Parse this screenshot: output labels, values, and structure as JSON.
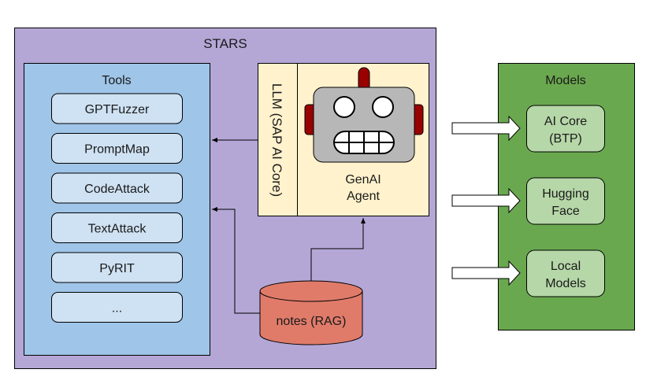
{
  "colors": {
    "stars_bg": "#b4a7d6",
    "tools_bg": "#9fc5e8",
    "tool_item_bg": "#cfe2f3",
    "llm_bg": "#fff2cc",
    "models_bg": "#6aa84f",
    "model_item_bg": "#b6d7a8",
    "db_bg": "#e07b6a",
    "robot_gray": "#b7b7b7",
    "robot_red": "#990000"
  },
  "stars": {
    "title": "STARS"
  },
  "tools": {
    "title": "Tools",
    "items": [
      "GPTFuzzer",
      "PromptMap",
      "CodeAttack",
      "TextAttack",
      "PyRIT",
      "..."
    ]
  },
  "llm": {
    "label": "LLM (SAP AI Core)"
  },
  "agent": {
    "line1": "GenAI",
    "line2": "Agent",
    "icon": "robot-icon"
  },
  "notes": {
    "label": "notes (RAG)"
  },
  "models": {
    "title": "Models",
    "items": [
      {
        "line1": "AI Core",
        "line2": "(BTP)"
      },
      {
        "line1": "Hugging",
        "line2": "Face"
      },
      {
        "line1": "Local",
        "line2": "Models"
      }
    ]
  }
}
